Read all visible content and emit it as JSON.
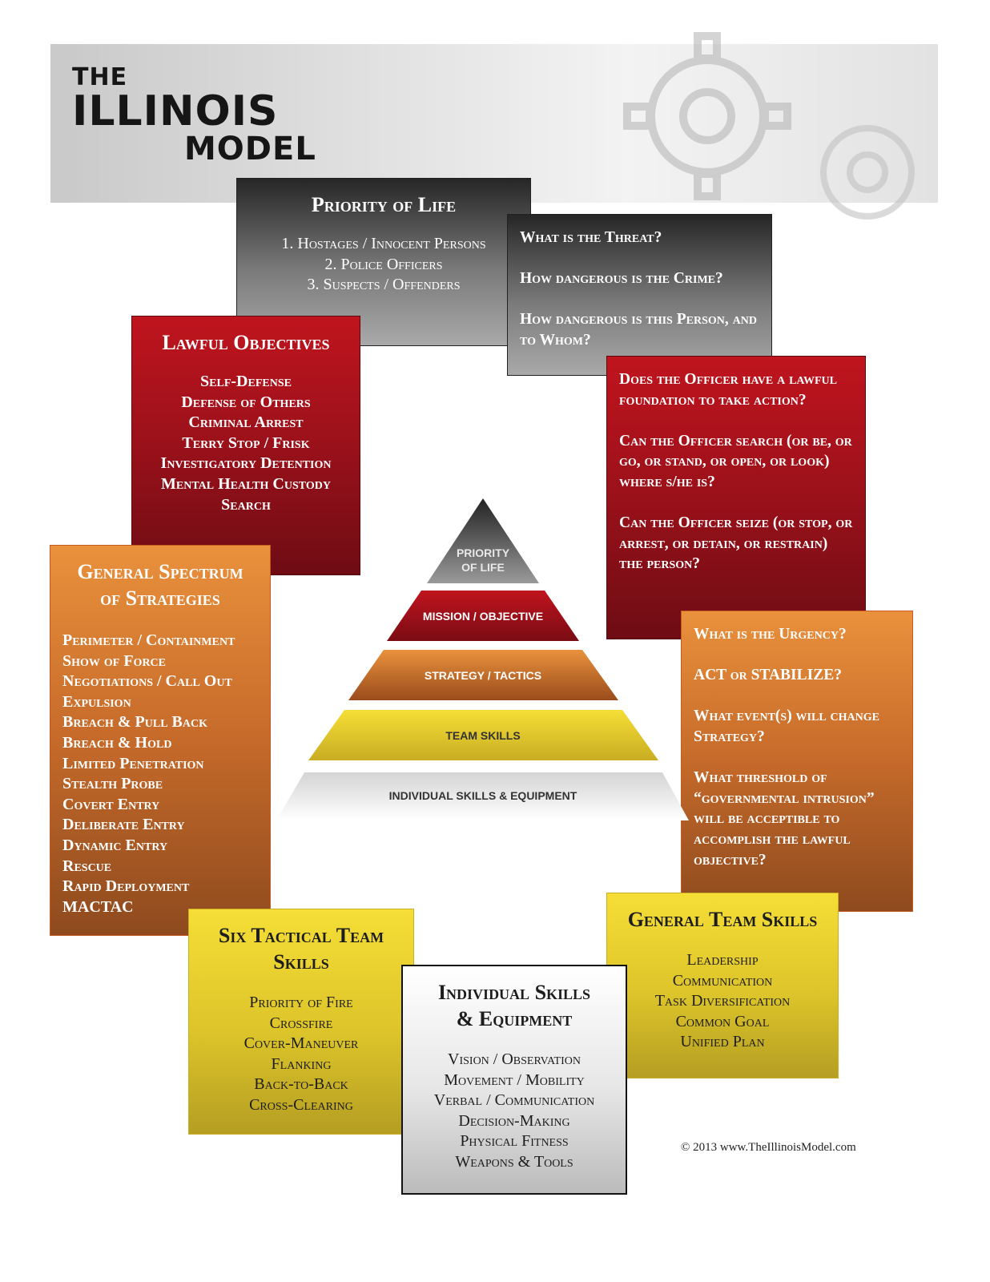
{
  "logo": {
    "line1": "THE",
    "line2": "ILLINOIS",
    "line3": "MODEL"
  },
  "priority_of_life": {
    "title": "Priority of Life",
    "items": [
      "1. Hostages / Innocent Persons",
      "2. Police Officers",
      "3. Suspects / Offenders"
    ]
  },
  "threat_questions": [
    "What is the Threat?",
    "How dangerous is the Crime?",
    "How dangerous is this Person, and to Whom?"
  ],
  "lawful_objectives": {
    "title": "Lawful Objectives",
    "items": [
      "Self-Defense",
      "Defense of Others",
      "Criminal Arrest",
      "Terry Stop / Frisk",
      "Investigatory Detention",
      "Mental Health Custody",
      "Search"
    ]
  },
  "lawful_questions": [
    "Does the Officer have a lawful foundation to take action?",
    "Can the Officer search (or be, or go, or stand, or open, or look) where s/he is?",
    "Can the Officer seize (or stop, or arrest, or detain, or restrain) the person?"
  ],
  "strategies": {
    "title_line1": "General Spectrum",
    "title_line2": "of Strategies",
    "items": [
      "Perimeter / Containment",
      "Show of Force",
      "Negotiations / Call Out",
      "Expulsion",
      "Breach & Pull Back",
      "Breach & Hold",
      "Limited Penetration",
      "Stealth Probe",
      "Covert Entry",
      "Deliberate Entry",
      "Dynamic Entry",
      "Rescue",
      "Rapid Deployment",
      "MACTAC"
    ]
  },
  "urgency_questions": [
    "What is the Urgency?",
    "ACT or STABILIZE?",
    "What event(s) will change Strategy?",
    "What threshold of “governmental intrusion” will be acceptible to accomplish the lawful objective?"
  ],
  "pyramid": {
    "levels": [
      "PRIORITY OF LIFE",
      "MISSION / OBJECTIVE",
      "STRATEGY / TACTICS",
      "TEAM SKILLS",
      "INDIVIDUAL SKILLS & EQUIPMENT"
    ],
    "top_line1": "PRIORITY",
    "top_line2": "OF LIFE"
  },
  "six_tactical": {
    "title_line1": "Six Tactical Team",
    "title_line2": "Skills",
    "items": [
      "Priority of Fire",
      "Crossfire",
      "Cover-Maneuver",
      "Flanking",
      "Back-to-Back",
      "Cross-Clearing"
    ]
  },
  "individual_skills": {
    "title_line1": "Individual Skills",
    "title_line2": "& Equipment",
    "items": [
      "Vision / Observation",
      "Movement / Mobility",
      "Verbal / Communication",
      "Decision-Making",
      "Physical Fitness",
      "Weapons & Tools"
    ]
  },
  "general_team": {
    "title": "General Team Skills",
    "items": [
      "Leadership",
      "Communication",
      "Task Diversification",
      "Common Goal",
      "Unified Plan"
    ]
  },
  "copyright": "© 2013 www.TheIllinoisModel.com",
  "colors": {
    "red": "#a8121b",
    "orange": "#d9782f",
    "yellow": "#f0d530",
    "dark": "#2a2a2a"
  }
}
